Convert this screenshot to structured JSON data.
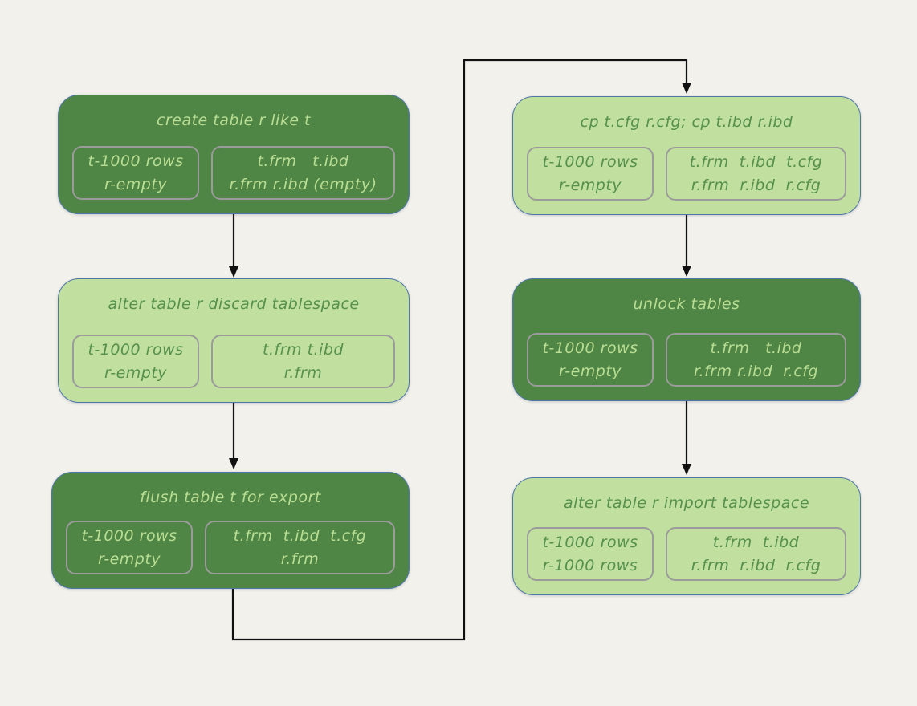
{
  "diagram": {
    "title_semantic": "mysql-transportable-tablespace-flowchart",
    "background_color": "#f2f1eb",
    "colors": {
      "dark_node_fill": "#4f8545",
      "dark_node_text": "#b9dd92",
      "light_node_fill": "#c1df9e",
      "light_node_text": "#55904c",
      "node_border": "#4e77a6",
      "inner_box_border": "#9b9b9b",
      "arrow": "#111111"
    },
    "nodes": [
      {
        "id": "create-table-r-like-t",
        "variant": "dark",
        "title": "create table r like t",
        "rows": [
          "t-1000 rows",
          "r-empty"
        ],
        "files": [
          "t.frm   t.ibd",
          "r.frm r.ibd (empty)"
        ]
      },
      {
        "id": "alter-table-r-discard-tablespace",
        "variant": "light",
        "title": "alter table r discard tablespace",
        "rows": [
          "t-1000 rows",
          "r-empty"
        ],
        "files": [
          "t.frm t.ibd",
          "r.frm"
        ]
      },
      {
        "id": "flush-table-t-for-export",
        "variant": "dark",
        "title": "flush table t for export",
        "rows": [
          "t-1000 rows",
          "r-empty"
        ],
        "files": [
          "t.frm  t.ibd  t.cfg",
          "r.frm"
        ]
      },
      {
        "id": "cp-cfg-ibd",
        "variant": "light",
        "title": "cp t.cfg r.cfg; cp t.ibd r.ibd",
        "rows": [
          "t-1000 rows",
          "r-empty"
        ],
        "files": [
          "t.frm  t.ibd  t.cfg",
          "r.frm  r.ibd  r.cfg"
        ]
      },
      {
        "id": "unlock-tables",
        "variant": "dark",
        "title": "unlock tables",
        "rows": [
          "t-1000 rows",
          "r-empty"
        ],
        "files": [
          "t.frm   t.ibd",
          "r.frm r.ibd  r.cfg"
        ]
      },
      {
        "id": "alter-table-r-import-tablespace",
        "variant": "light",
        "title": "alter table r import tablespace",
        "rows": [
          "t-1000 rows",
          "r-1000 rows"
        ],
        "files": [
          "t.frm  t.ibd",
          "r.frm  r.ibd  r.cfg"
        ]
      }
    ],
    "edges": [
      {
        "from": "create-table-r-like-t",
        "to": "alter-table-r-discard-tablespace",
        "style": "straight-down"
      },
      {
        "from": "alter-table-r-discard-tablespace",
        "to": "flush-table-t-for-export",
        "style": "straight-down"
      },
      {
        "from": "flush-table-t-for-export",
        "to": "cp-cfg-ibd",
        "style": "routed down-right-up-right-down"
      },
      {
        "from": "cp-cfg-ibd",
        "to": "unlock-tables",
        "style": "straight-down"
      },
      {
        "from": "unlock-tables",
        "to": "alter-table-r-import-tablespace",
        "style": "straight-down"
      }
    ]
  }
}
